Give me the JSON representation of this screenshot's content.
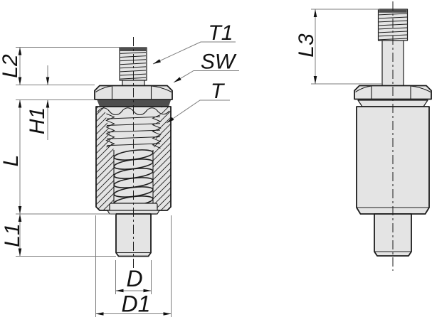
{
  "drawing": {
    "labels": {
      "t1": "T1",
      "sw": "SW",
      "t": "T",
      "l2": "L2",
      "h1": "H1",
      "l": "L",
      "l1": "L1",
      "d": "D",
      "d1": "D1",
      "l3": "L3"
    },
    "colors": {
      "outline": "#1c1c1c",
      "part_fill": "#e4e4e4",
      "dark_face": "#4e4e4e",
      "dim_line": "#7c7c7c",
      "text": "#111111",
      "background": "#ffffff"
    }
  }
}
